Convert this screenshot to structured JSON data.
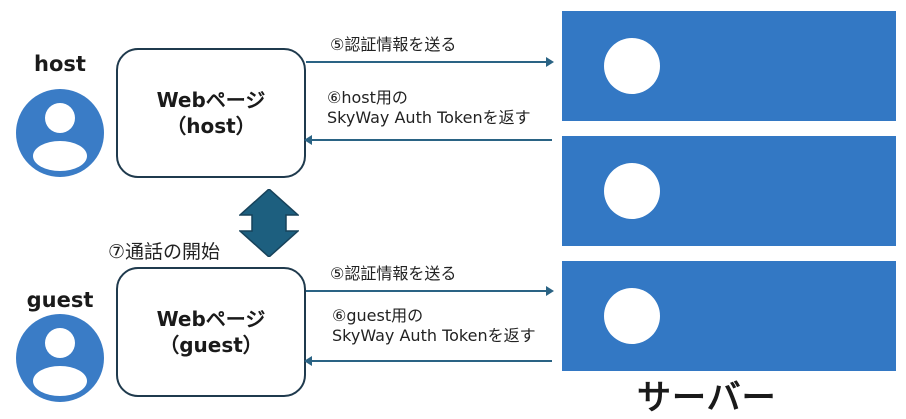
{
  "host": {
    "label": "host",
    "webpage_title": "Webページ",
    "webpage_sub": "（host）",
    "send_msg": "⑤認証情報を送る",
    "return_msg_line1": "⑥host用の",
    "return_msg_line2": "SkyWay Auth Tokenを返す"
  },
  "guest": {
    "label": "guest",
    "webpage_title": "Webページ",
    "webpage_sub": "（guest）",
    "send_msg": "⑤認証情報を送る",
    "return_msg_line1": "⑥guest用の",
    "return_msg_line2": "SkyWay Auth Tokenを返す"
  },
  "call": {
    "label": "⑦通話の開始"
  },
  "server": {
    "label": "サーバー",
    "units": 3
  },
  "colors": {
    "server_blue": "#3378c4",
    "avatar_blue": "#3a7cc6",
    "arrow": "#2a6384",
    "double_arrow": "#1d5f7f",
    "box_border": "#1f3a4d"
  }
}
